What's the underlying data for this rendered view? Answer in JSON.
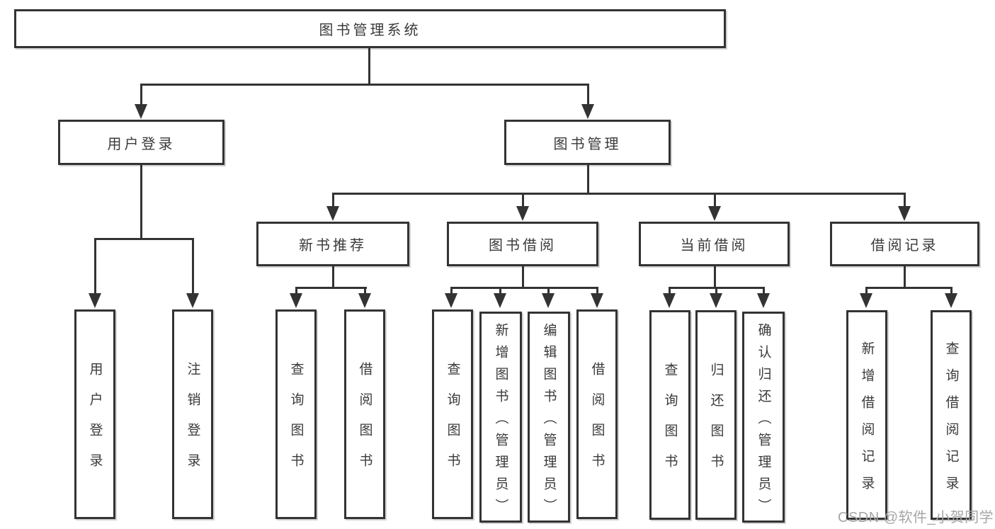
{
  "diagram": {
    "root": "图书管理系统",
    "level2": {
      "user_login": "用户登录",
      "book_mgmt": "图书管理"
    },
    "level3": {
      "new_books": "新书推荐",
      "book_borrow": "图书借阅",
      "current_borrow": "当前借阅",
      "borrow_records": "借阅记录"
    },
    "leaves_user": [
      "用户登录",
      "注销登录"
    ],
    "leaves_new_books": [
      "查询图书",
      "借阅图书"
    ],
    "leaves_book_borrow": [
      "查询图书",
      "新增图书（管理员）",
      "编辑图书（管理员）",
      "借阅图书"
    ],
    "leaves_current": [
      "查询图书",
      "归还图书",
      "确认归还（管理员）"
    ],
    "leaves_records": [
      "新增借阅记录",
      "查询借阅记录"
    ]
  },
  "watermark": "CSDN @软件_小贺同学",
  "colors": {
    "line": "#333333",
    "text": "#3a3a3a",
    "box_background": "#ffffff",
    "page_background": "#ffffff",
    "watermark": "#a6a6a6"
  }
}
